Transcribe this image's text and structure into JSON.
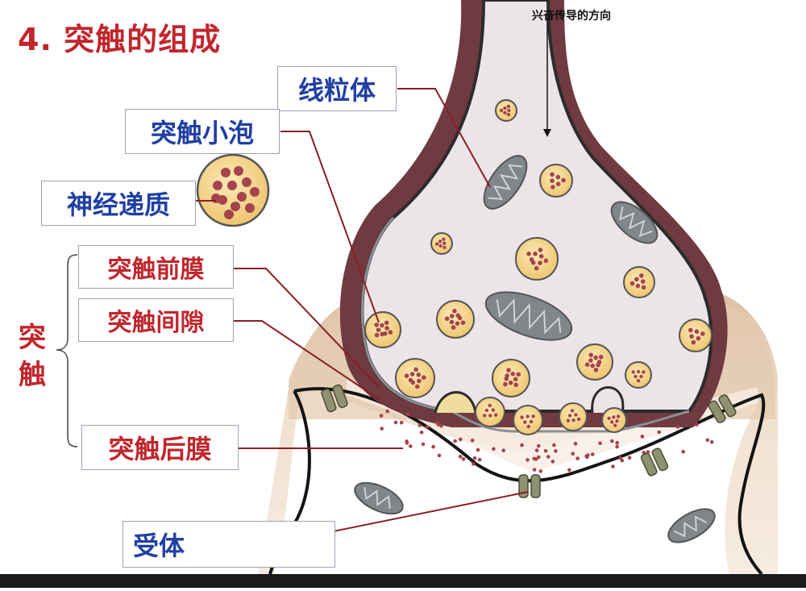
{
  "title": "4.  突触的组成",
  "direction_label": "兴奋传导的方向",
  "group_label": "突触",
  "labels": {
    "mitochondria": "线粒体",
    "vesicle": "突触小泡",
    "neurotransmitter": "神经递质",
    "presynaptic_membrane": "突触前膜",
    "synaptic_cleft": "突触间隙",
    "postsynaptic_membrane": "突触后膜",
    "receptor": "受体"
  },
  "colors": {
    "title_red": "#c0262c",
    "label_blue": "#1f3fa3",
    "axon_wall": "#6f3a40",
    "axon_inner": "#ece6ea",
    "postsynaptic_fill": "#e9d3bd",
    "vesicle_fill": "#f3d78f",
    "vesicle_dot": "#a5444c",
    "mitochondria": "#7f8385"
  }
}
